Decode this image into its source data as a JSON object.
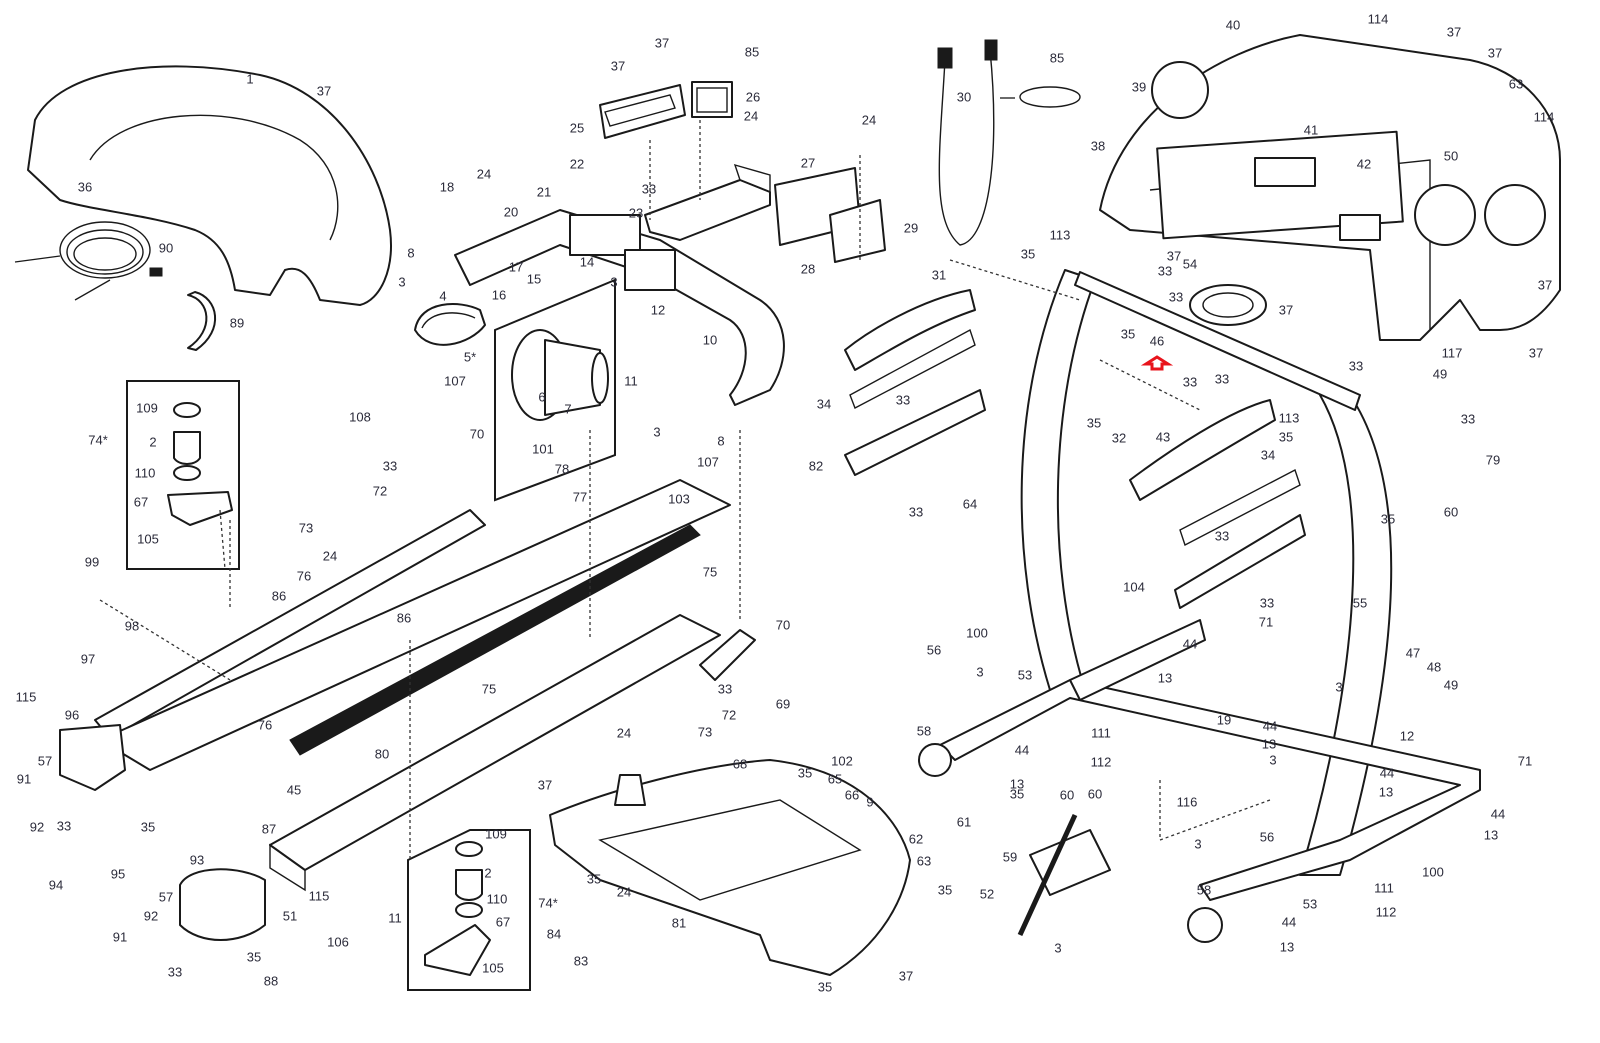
{
  "diagram": {
    "title": "Treadmill exploded parts diagram",
    "highlighted_part": "46",
    "highlight_color": "#e8141c",
    "line_color": "#1a1a1a",
    "callouts": [
      {
        "id": "c1",
        "label": "1"
      },
      {
        "id": "c37a",
        "label": "37"
      },
      {
        "id": "c36",
        "label": "36"
      },
      {
        "id": "c90",
        "label": "90"
      },
      {
        "id": "c89",
        "label": "89"
      },
      {
        "id": "c18",
        "label": "18"
      },
      {
        "id": "c24a",
        "label": "24"
      },
      {
        "id": "c20",
        "label": "20"
      },
      {
        "id": "c21",
        "label": "21"
      },
      {
        "id": "c22",
        "label": "22"
      },
      {
        "id": "c8a",
        "label": "8"
      },
      {
        "id": "c3a",
        "label": "3"
      },
      {
        "id": "c17",
        "label": "17"
      },
      {
        "id": "c15",
        "label": "15"
      },
      {
        "id": "c14",
        "label": "14"
      },
      {
        "id": "c3b",
        "label": "3"
      },
      {
        "id": "c4",
        "label": "4"
      },
      {
        "id": "c16",
        "label": "16"
      },
      {
        "id": "c12a",
        "label": "12"
      },
      {
        "id": "c5",
        "label": "5*"
      },
      {
        "id": "c6",
        "label": "6"
      },
      {
        "id": "c7",
        "label": "7"
      },
      {
        "id": "c11a",
        "label": "11"
      },
      {
        "id": "c10",
        "label": "10"
      },
      {
        "id": "c3c",
        "label": "3"
      },
      {
        "id": "c8b",
        "label": "8"
      },
      {
        "id": "c37b",
        "label": "37"
      },
      {
        "id": "c37c",
        "label": "37"
      },
      {
        "id": "c85a",
        "label": "85"
      },
      {
        "id": "c26",
        "label": "26"
      },
      {
        "id": "c25",
        "label": "25"
      },
      {
        "id": "c24b",
        "label": "24"
      },
      {
        "id": "c33a",
        "label": "33"
      },
      {
        "id": "c23",
        "label": "23"
      },
      {
        "id": "c27",
        "label": "27"
      },
      {
        "id": "c24c",
        "label": "24"
      },
      {
        "id": "c29",
        "label": "29"
      },
      {
        "id": "c28",
        "label": "28"
      },
      {
        "id": "c30",
        "label": "30"
      },
      {
        "id": "c85b",
        "label": "85"
      },
      {
        "id": "c40",
        "label": "40"
      },
      {
        "id": "c114a",
        "label": "114"
      },
      {
        "id": "c37d",
        "label": "37"
      },
      {
        "id": "c37e",
        "label": "37"
      },
      {
        "id": "c63a",
        "label": "63"
      },
      {
        "id": "c114b",
        "label": "114"
      },
      {
        "id": "c39",
        "label": "39"
      },
      {
        "id": "c38",
        "label": "38"
      },
      {
        "id": "c41",
        "label": "41"
      },
      {
        "id": "c42",
        "label": "42"
      },
      {
        "id": "c50",
        "label": "50"
      },
      {
        "id": "c37f",
        "label": "37"
      },
      {
        "id": "c113a",
        "label": "113"
      },
      {
        "id": "c35a",
        "label": "35"
      },
      {
        "id": "c37g",
        "label": "37"
      },
      {
        "id": "c33b",
        "label": "33"
      },
      {
        "id": "c54",
        "label": "54"
      },
      {
        "id": "c33c",
        "label": "33"
      },
      {
        "id": "c37h",
        "label": "37"
      },
      {
        "id": "c31",
        "label": "31"
      },
      {
        "id": "c35b",
        "label": "35"
      },
      {
        "id": "c46",
        "label": "46"
      },
      {
        "id": "c33d",
        "label": "33"
      },
      {
        "id": "c33e",
        "label": "33"
      },
      {
        "id": "c33f",
        "label": "33"
      },
      {
        "id": "c117",
        "label": "117"
      },
      {
        "id": "c37i",
        "label": "37"
      },
      {
        "id": "c49a",
        "label": "49"
      },
      {
        "id": "c33g",
        "label": "33"
      },
      {
        "id": "c34a",
        "label": "34"
      },
      {
        "id": "c33h",
        "label": "33"
      },
      {
        "id": "c35c",
        "label": "35"
      },
      {
        "id": "c32",
        "label": "32"
      },
      {
        "id": "c113b",
        "label": "113"
      },
      {
        "id": "c35d",
        "label": "35"
      },
      {
        "id": "c82",
        "label": "82"
      },
      {
        "id": "c33i",
        "label": "33"
      },
      {
        "id": "c79",
        "label": "79"
      },
      {
        "id": "c35e",
        "label": "35"
      },
      {
        "id": "c60a",
        "label": "60"
      },
      {
        "id": "c43",
        "label": "43"
      },
      {
        "id": "c34b",
        "label": "34"
      },
      {
        "id": "c64",
        "label": "64"
      },
      {
        "id": "c33j",
        "label": "33"
      },
      {
        "id": "c104",
        "label": "104"
      },
      {
        "id": "c33k",
        "label": "33"
      },
      {
        "id": "c55",
        "label": "55"
      },
      {
        "id": "c71a",
        "label": "71"
      },
      {
        "id": "c109a",
        "label": "109"
      },
      {
        "id": "c74a",
        "label": "74*"
      },
      {
        "id": "c2a",
        "label": "2"
      },
      {
        "id": "c110a",
        "label": "110"
      },
      {
        "id": "c67a",
        "label": "67"
      },
      {
        "id": "c105a",
        "label": "105"
      },
      {
        "id": "c107a",
        "label": "107"
      },
      {
        "id": "c108",
        "label": "108"
      },
      {
        "id": "c70a",
        "label": "70"
      },
      {
        "id": "c101",
        "label": "101"
      },
      {
        "id": "c78",
        "label": "78"
      },
      {
        "id": "c33l",
        "label": "33"
      },
      {
        "id": "c72a",
        "label": "72"
      },
      {
        "id": "c77",
        "label": "77"
      },
      {
        "id": "c103",
        "label": "103"
      },
      {
        "id": "c107b",
        "label": "107"
      },
      {
        "id": "c73a",
        "label": "73"
      },
      {
        "id": "c24d",
        "label": "24"
      },
      {
        "id": "c99",
        "label": "99"
      },
      {
        "id": "c86a",
        "label": "86"
      },
      {
        "id": "c76a",
        "label": "76"
      },
      {
        "id": "c75a",
        "label": "75"
      },
      {
        "id": "c98",
        "label": "98"
      },
      {
        "id": "c86b",
        "label": "86"
      },
      {
        "id": "c70b",
        "label": "70"
      },
      {
        "id": "c97",
        "label": "97"
      },
      {
        "id": "c115a",
        "label": "115"
      },
      {
        "id": "c96",
        "label": "96"
      },
      {
        "id": "c75b",
        "label": "75"
      },
      {
        "id": "c33m",
        "label": "33"
      },
      {
        "id": "c76b",
        "label": "76"
      },
      {
        "id": "c72b",
        "label": "72"
      },
      {
        "id": "c24e",
        "label": "24"
      },
      {
        "id": "c73b",
        "label": "73"
      },
      {
        "id": "c57a",
        "label": "57"
      },
      {
        "id": "c91a",
        "label": "91"
      },
      {
        "id": "c80",
        "label": "80"
      },
      {
        "id": "c45",
        "label": "45"
      },
      {
        "id": "c37j",
        "label": "37"
      },
      {
        "id": "c92a",
        "label": "92"
      },
      {
        "id": "c33n",
        "label": "33"
      },
      {
        "id": "c35f",
        "label": "35"
      },
      {
        "id": "c95",
        "label": "95"
      },
      {
        "id": "c87",
        "label": "87"
      },
      {
        "id": "c69",
        "label": "69"
      },
      {
        "id": "c68a",
        "label": "68"
      },
      {
        "id": "c102",
        "label": "102"
      },
      {
        "id": "c35g",
        "label": "35"
      },
      {
        "id": "c65",
        "label": "65"
      },
      {
        "id": "c68b",
        "label": "66"
      },
      {
        "id": "c9",
        "label": "9"
      },
      {
        "id": "c61",
        "label": "61"
      },
      {
        "id": "c62",
        "label": "62"
      },
      {
        "id": "c63b",
        "label": "63"
      },
      {
        "id": "c35h",
        "label": "35"
      },
      {
        "id": "c56a",
        "label": "56"
      },
      {
        "id": "c100a",
        "label": "100"
      },
      {
        "id": "c3d",
        "label": "3"
      },
      {
        "id": "c53a",
        "label": "53"
      },
      {
        "id": "c58a",
        "label": "58"
      },
      {
        "id": "c44a",
        "label": "44"
      },
      {
        "id": "c13a",
        "label": "13"
      },
      {
        "id": "c111a",
        "label": "111"
      },
      {
        "id": "c112a",
        "label": "112"
      },
      {
        "id": "c44b",
        "label": "44"
      },
      {
        "id": "c13b",
        "label": "13"
      },
      {
        "id": "c47",
        "label": "47"
      },
      {
        "id": "c48",
        "label": "48"
      },
      {
        "id": "c49b",
        "label": "49"
      },
      {
        "id": "c3e",
        "label": "3"
      },
      {
        "id": "c19",
        "label": "19"
      },
      {
        "id": "c44c",
        "label": "44"
      },
      {
        "id": "c13c",
        "label": "13"
      },
      {
        "id": "c3f",
        "label": "3"
      },
      {
        "id": "c12b",
        "label": "12"
      },
      {
        "id": "c44d",
        "label": "44"
      },
      {
        "id": "c13d",
        "label": "13"
      },
      {
        "id": "c71b",
        "label": "71"
      },
      {
        "id": "c116",
        "label": "116"
      },
      {
        "id": "c60b",
        "label": "60"
      },
      {
        "id": "c44e",
        "label": "44"
      },
      {
        "id": "c13e",
        "label": "13"
      },
      {
        "id": "c94",
        "label": "94"
      },
      {
        "id": "c93",
        "label": "93"
      },
      {
        "id": "c57b",
        "label": "57"
      },
      {
        "id": "c92b",
        "label": "92"
      },
      {
        "id": "c91b",
        "label": "91"
      },
      {
        "id": "c33o",
        "label": "33"
      },
      {
        "id": "c35i",
        "label": "35"
      },
      {
        "id": "c88",
        "label": "88"
      },
      {
        "id": "c51",
        "label": "51"
      },
      {
        "id": "c115b",
        "label": "115"
      },
      {
        "id": "c11b",
        "label": "11"
      },
      {
        "id": "c106",
        "label": "106"
      },
      {
        "id": "c109b",
        "label": "109"
      },
      {
        "id": "c2b",
        "label": "2"
      },
      {
        "id": "c110b",
        "label": "110"
      },
      {
        "id": "c74b",
        "label": "74*"
      },
      {
        "id": "c67b",
        "label": "67"
      },
      {
        "id": "c105b",
        "label": "105"
      },
      {
        "id": "c35j",
        "label": "35"
      },
      {
        "id": "c24f",
        "label": "24"
      },
      {
        "id": "c84",
        "label": "84"
      },
      {
        "id": "c81",
        "label": "81"
      },
      {
        "id": "c83",
        "label": "83"
      },
      {
        "id": "c37k",
        "label": "37"
      },
      {
        "id": "c35k",
        "label": "35"
      },
      {
        "id": "c35l",
        "label": "35"
      },
      {
        "id": "c59",
        "label": "59"
      },
      {
        "id": "c52",
        "label": "52"
      },
      {
        "id": "c3g",
        "label": "3"
      },
      {
        "id": "c3h",
        "label": "3"
      },
      {
        "id": "c56b",
        "label": "56"
      },
      {
        "id": "c58b",
        "label": "58"
      },
      {
        "id": "c53b",
        "label": "53"
      },
      {
        "id": "c44f",
        "label": "44"
      },
      {
        "id": "c13f",
        "label": "13"
      },
      {
        "id": "c111b",
        "label": "111"
      },
      {
        "id": "c112b",
        "label": "112"
      },
      {
        "id": "c100b",
        "label": "100"
      },
      {
        "id": "c60c",
        "label": "60"
      }
    ]
  }
}
